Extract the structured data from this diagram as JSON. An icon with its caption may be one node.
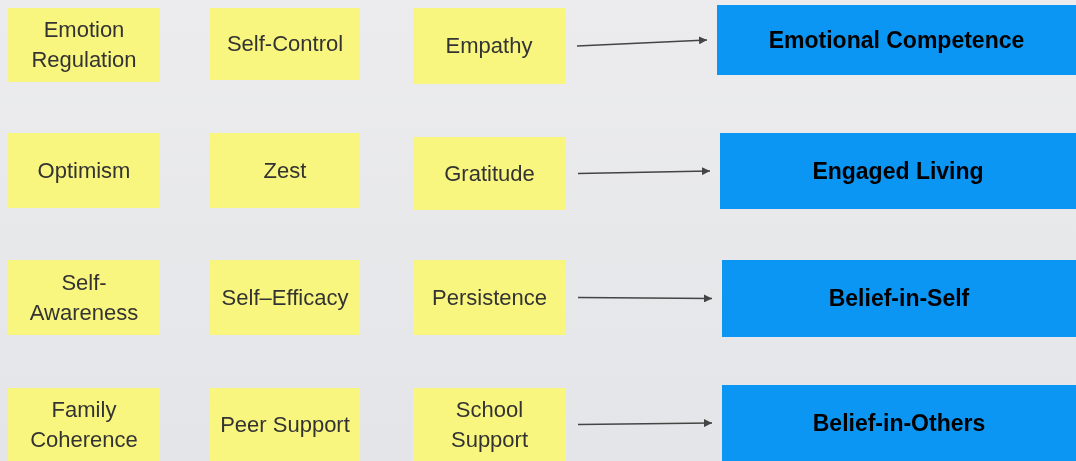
{
  "diagram": {
    "nodes": [
      {
        "text": [
          "Emotion Regulation"
        ]
      },
      {
        "text": [
          "Self-Control"
        ]
      },
      {
        "text": [
          "Empathy"
        ]
      },
      {
        "text": [
          "Emotional Competence"
        ]
      },
      {
        "text": [
          "Optimism"
        ]
      },
      {
        "text": [
          "Zest"
        ]
      },
      {
        "text": [
          "Gratitude"
        ]
      },
      {
        "text": [
          "Engaged Living"
        ]
      },
      {
        "text": [
          "Self- Awareness"
        ]
      },
      {
        "text": [
          "Self–Efficacy"
        ]
      },
      {
        "text": [
          "Persistence"
        ]
      },
      {
        "text": [
          "Belief-in-Self"
        ]
      },
      {
        "text": [
          "Family Coherence"
        ]
      },
      {
        "text": [
          "Peer Support"
        ]
      },
      {
        "text": [
          "School Support"
        ]
      },
      {
        "text": [
          "Belief-in-Others"
        ]
      }
    ],
    "edges": [
      {
        "from": 2,
        "to": 3,
        "arrow": "to"
      },
      {
        "from": 6,
        "to": 7,
        "arrow": "to"
      },
      {
        "from": 10,
        "to": 11,
        "arrow": "to"
      },
      {
        "from": 14,
        "to": 15,
        "arrow": "to"
      }
    ]
  }
}
